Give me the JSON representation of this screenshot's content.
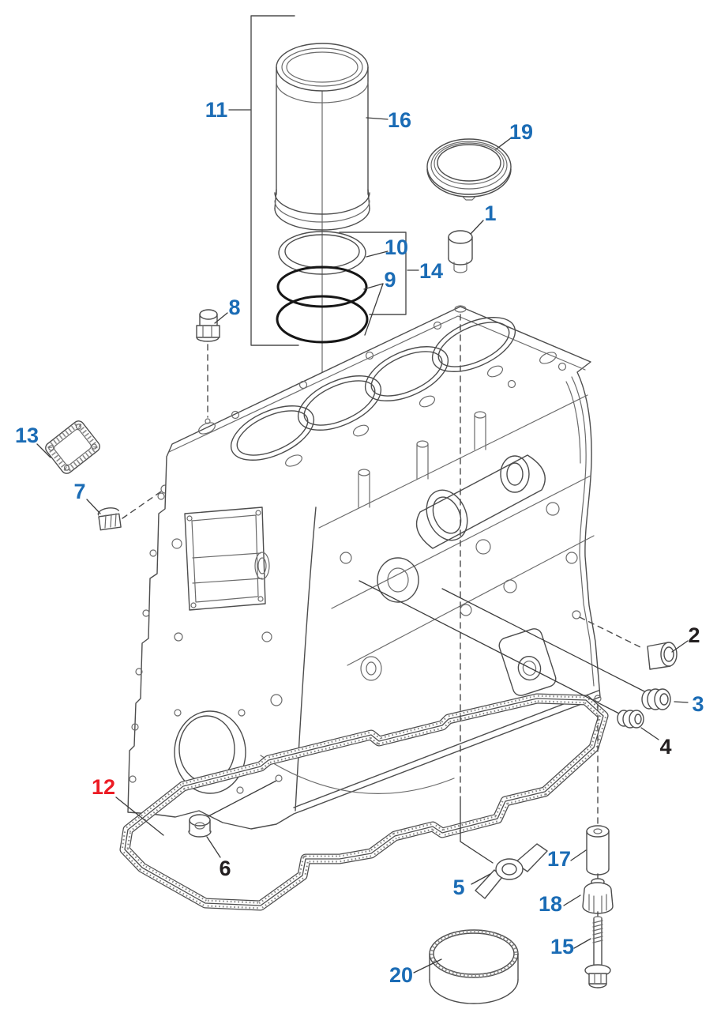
{
  "figure": {
    "kind": "exploded-parts-diagram",
    "background": "#ffffff"
  },
  "colors": {
    "callout_blue": "#1b6cb5",
    "callout_black": "#231f20",
    "callout_red": "#ec1c24",
    "line_gray": "#4d4d4d"
  },
  "callouts": {
    "c1": {
      "label": "1",
      "color": "#1b6cb5"
    },
    "c2": {
      "label": "2",
      "color": "#231f20"
    },
    "c3": {
      "label": "3",
      "color": "#1b6cb5"
    },
    "c4": {
      "label": "4",
      "color": "#231f20"
    },
    "c5": {
      "label": "5",
      "color": "#1b6cb5"
    },
    "c6": {
      "label": "6",
      "color": "#231f20"
    },
    "c7": {
      "label": "7",
      "color": "#1b6cb5"
    },
    "c8": {
      "label": "8",
      "color": "#1b6cb5"
    },
    "c9": {
      "label": "9",
      "color": "#1b6cb5"
    },
    "c10": {
      "label": "10",
      "color": "#1b6cb5"
    },
    "c11": {
      "label": "11",
      "color": "#1b6cb5"
    },
    "c12": {
      "label": "12",
      "color": "#ec1c24"
    },
    "c13": {
      "label": "13",
      "color": "#1b6cb5"
    },
    "c14": {
      "label": "14",
      "color": "#1b6cb5"
    },
    "c15": {
      "label": "15",
      "color": "#1b6cb5"
    },
    "c16": {
      "label": "16",
      "color": "#1b6cb5"
    },
    "c17": {
      "label": "17",
      "color": "#1b6cb5"
    },
    "c18": {
      "label": "18",
      "color": "#1b6cb5"
    },
    "c19": {
      "label": "19",
      "color": "#1b6cb5"
    },
    "c20": {
      "label": "20",
      "color": "#1b6cb5"
    }
  }
}
